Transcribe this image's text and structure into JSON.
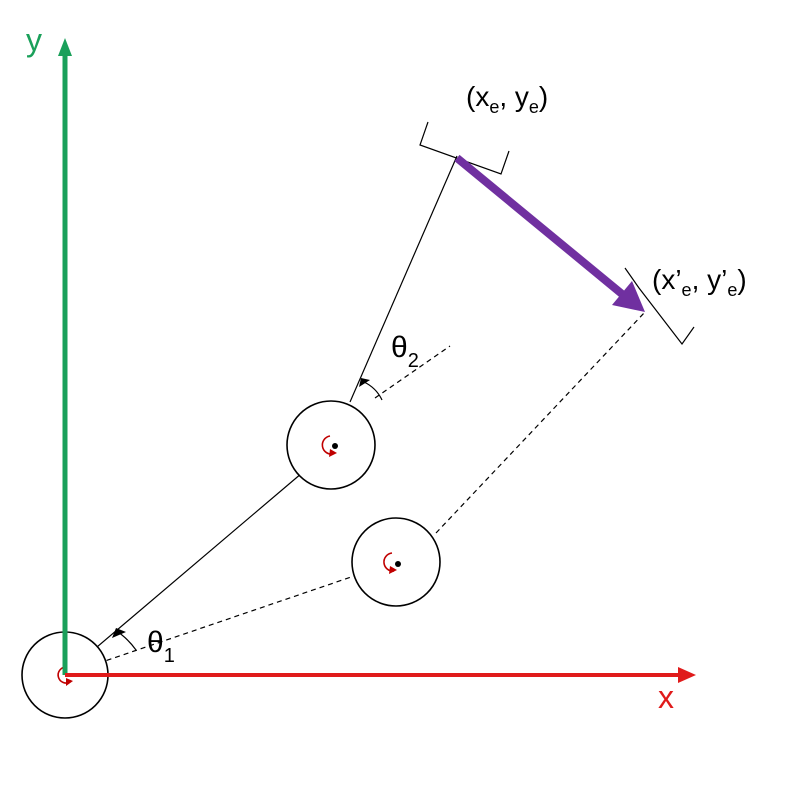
{
  "axes": {
    "x_label": "x",
    "y_label": "y",
    "x_color": "#e01b1b",
    "y_color": "#1aa05a"
  },
  "angles": {
    "theta1": {
      "symbol": "θ",
      "sub": "1"
    },
    "theta2": {
      "symbol": "θ",
      "sub": "2"
    }
  },
  "end_effector": {
    "original": {
      "open": "(x",
      "sub_x": "e",
      "mid": ", y",
      "sub_y": "e",
      "close": ")"
    },
    "displaced": {
      "open": "(x’",
      "sub_x": "e",
      "mid": ", y’",
      "sub_y": "e",
      "close": ")"
    }
  },
  "colors": {
    "displacement_arrow": "#7030a0",
    "rotation_marker": "#c00000",
    "link": "#000000"
  }
}
